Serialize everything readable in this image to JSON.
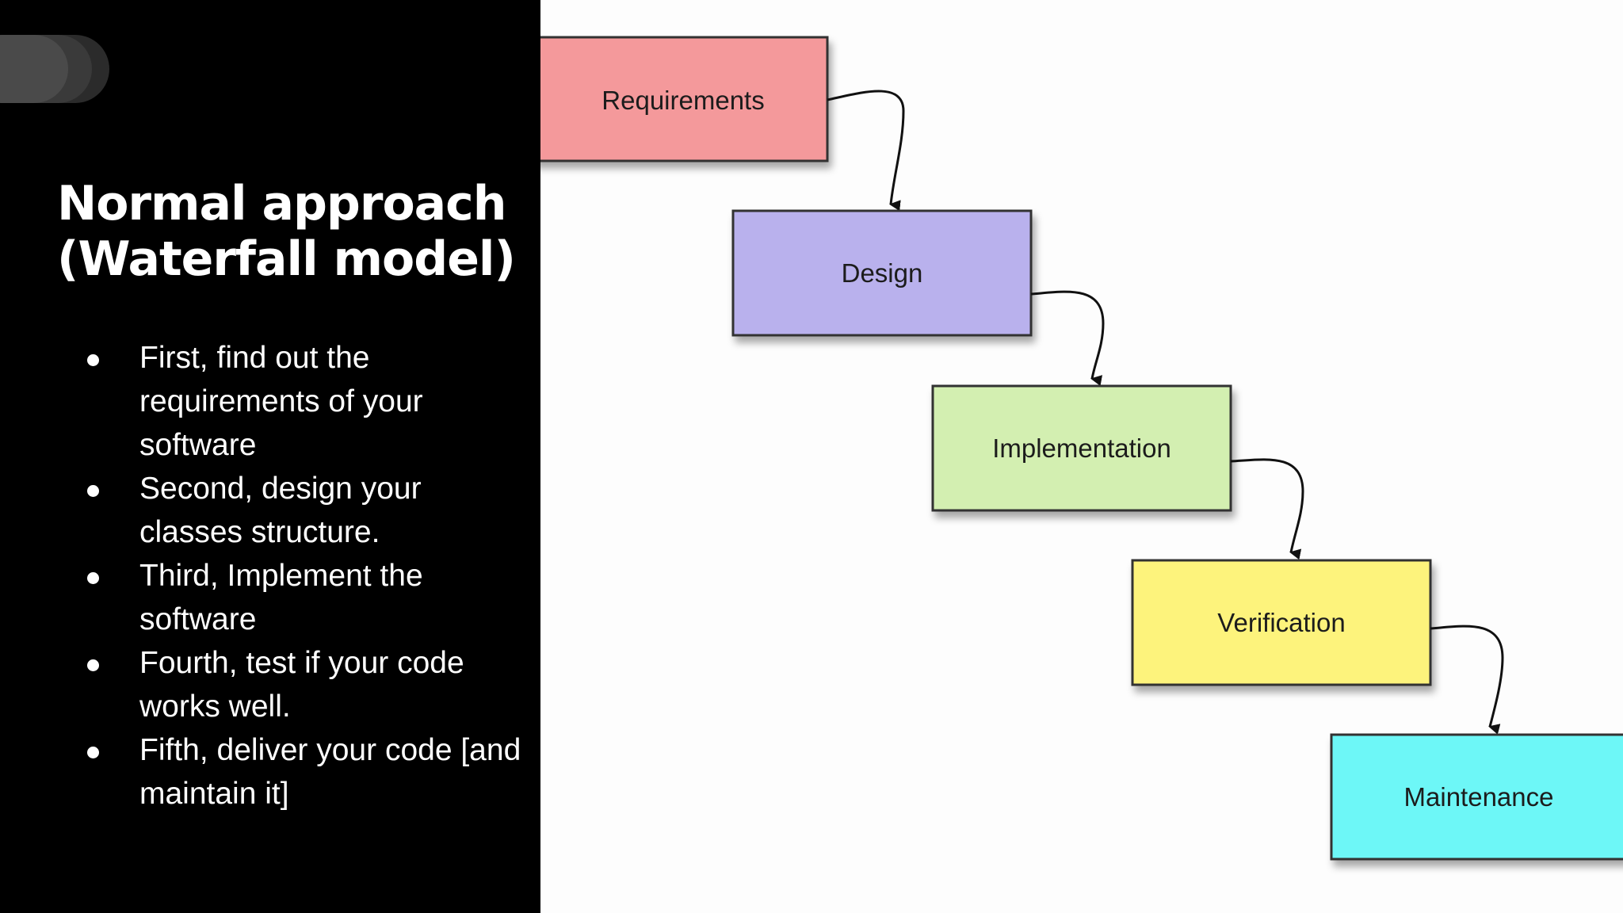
{
  "slide": {
    "title_line1": "Normal approach",
    "title_line2": "(Waterfall model)",
    "bullets": [
      "First, find out the requirements of your software",
      "Second,  design your classes structure.",
      "Third, Implement the software",
      "Fourth,  test if your code works well.",
      "Fifth,  deliver your code [and maintain it]"
    ]
  },
  "diagram": {
    "steps": [
      {
        "label": "Requirements",
        "color": "#f4999b"
      },
      {
        "label": "Design",
        "color": "#b9b1ed"
      },
      {
        "label": "Implementation",
        "color": "#d3efb1"
      },
      {
        "label": "Verification",
        "color": "#fdf37c"
      },
      {
        "label": "Maintenance",
        "color": "#6df7f7"
      }
    ]
  },
  "colors": {
    "left_panel": "#000000",
    "text": "#ffffff",
    "box_border": "#333333",
    "arrow": "#111111"
  }
}
